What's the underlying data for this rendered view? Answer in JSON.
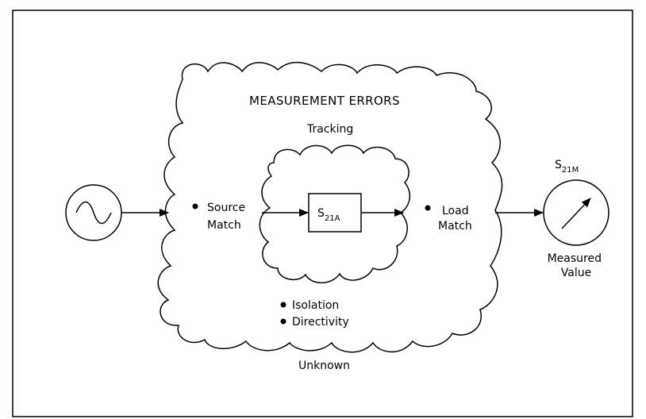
{
  "diagram": {
    "title": "MEASUREMENT ERRORS",
    "tracking": "Tracking",
    "unknown": "Unknown",
    "source_match": [
      "Source",
      "Match"
    ],
    "load_match": [
      "Load",
      "Match"
    ],
    "isolation": "Isolation",
    "directivity": "Directivity",
    "dut": {
      "base": "S",
      "subscript": "21A"
    },
    "meter": {
      "base": "S",
      "subscript": "21M"
    },
    "measured_value": [
      "Measured",
      "Value"
    ],
    "icons": [
      "signal-source-icon",
      "meter-dial-icon"
    ]
  }
}
